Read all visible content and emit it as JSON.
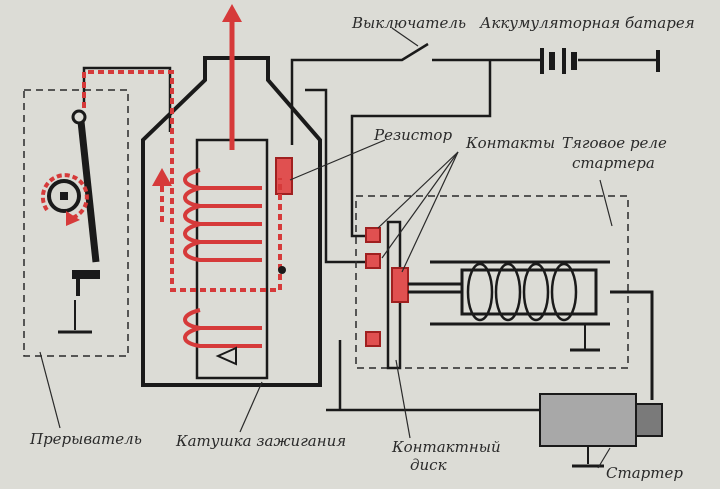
{
  "labels": {
    "switch": "Выключатель",
    "battery": "Аккумуляторная батарея",
    "resistor": "Резистор",
    "contacts": "Контакты",
    "relay_line1": "Тяговое реле",
    "relay_line2": "стартера",
    "breaker": "Прерыватель",
    "coil": "Катушка зажигания",
    "disk_line1": "Контактный",
    "disk_line2": "диск",
    "starter": "Стартер"
  },
  "colors": {
    "background": "#dcdcd6",
    "wire": "#1a1a1a",
    "current": "#d63a3a",
    "current_dash": "#f0eaea",
    "component_fill": "#e05050",
    "component_stroke": "#a02020",
    "starter_fill": "#a8a8a8"
  }
}
